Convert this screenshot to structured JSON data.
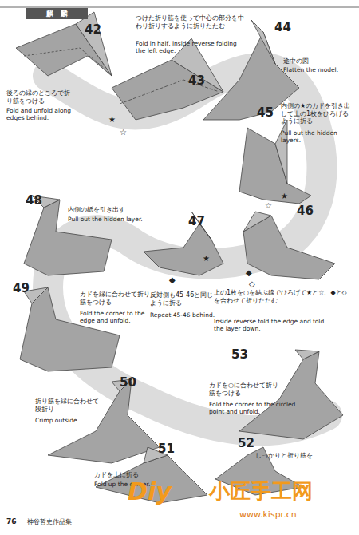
{
  "diagram": {
    "nodes": [
      {
        "text": [
          "麒　麟"
        ]
      }
    ],
    "labels": [
      "42",
      "後ろの縁のところで折り筋をつける",
      "Fold and unfold along edges behind.",
      "43",
      "つけた折り筋を使って中心の部分を中わり折りするように折りたたむ",
      "Fold in half, inside reverse folding the left edge.",
      "44",
      "途中の図",
      "Flatten the model.",
      "45",
      "内側の★のカドを引き出して上の1枚をひろげるように折る",
      "Pull out the hidden layers.",
      "48",
      "内側の紙を引き出す",
      "Pull out the hidden layer.",
      "47",
      "反対側も45-46と同じように折る",
      "Repeat 45-46 behind.",
      "46",
      "上の1枚を○を結ぶ線でひろげて★と☆、◆と◇を合わせて折りたたむ",
      "Inside reverse fold the edge and fold the layer down.",
      "49",
      "カドを縁に合わせて折り筋をつける",
      "Fold the corner to the edge and unfold.",
      "53",
      "カドを○に合わせて折り筋をつける",
      "Fold the corner to the circled point and unfold.",
      "50",
      "折り筋を縁に合わせて段折り",
      "Crimp outside.",
      "51",
      "カドを上に折る",
      "Fold up the corner.",
      "52",
      "しっかりと折り筋を",
      "★",
      "☆",
      "★",
      "☆",
      "◆",
      "◇",
      "★",
      "◆",
      "76",
      "神谷哲史作品集",
      "Diy",
      "小匠手工网",
      "www.kispr.cn"
    ]
  }
}
